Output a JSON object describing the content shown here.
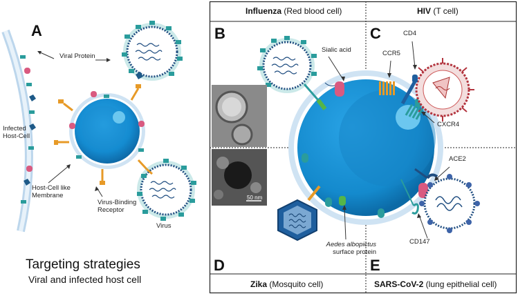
{
  "panel_a": {
    "letter": "A",
    "labels": {
      "viral_protein": "Viral Protein",
      "infected_host_cell_line1": "Infected",
      "infected_host_cell_line2": "Host-Cell",
      "host_cell_membrane_line1": "Host-Cell like",
      "host_cell_membrane_line2": "Membrane",
      "virus_binding_line1": "Virus-Binding",
      "virus_binding_line2": "Receptor",
      "virus": "Virus"
    },
    "title": "Targeting strategies",
    "subtitle": "Viral and infected host cell"
  },
  "right_panel": {
    "top_left_header_bold": "Influenza",
    "top_left_header_rest": " (Red blood cell)",
    "top_right_header_bold": "HIV",
    "top_right_header_rest": " (T cell)",
    "bottom_left_header_bold": "Zika",
    "bottom_left_header_rest": " (Mosquito cell)",
    "bottom_right_header_bold": "SARS-CoV-2",
    "bottom_right_header_rest": " (lung epithelial cell)",
    "letters": {
      "b": "B",
      "c": "C",
      "d": "D",
      "e": "E"
    },
    "labels": {
      "sialic_acid": "Sialic acid",
      "ccr5": "CCR5",
      "cd4": "CD4",
      "cxcr4": "CXCR4",
      "ace2": "ACE2",
      "cd147": "CD147",
      "aedes_line1": "Aedes albopictus",
      "aedes_line2": "surface protein",
      "scale_bar": "50 nm"
    }
  },
  "colors": {
    "cell_blue": "#1b8ed1",
    "cell_dark": "#0f5f9e",
    "membrane": "#cfe3f3",
    "teal": "#2fa9a9",
    "pink": "#d9577d",
    "orange": "#e79a27",
    "green": "#55b548",
    "navy": "#1f4d80"
  }
}
